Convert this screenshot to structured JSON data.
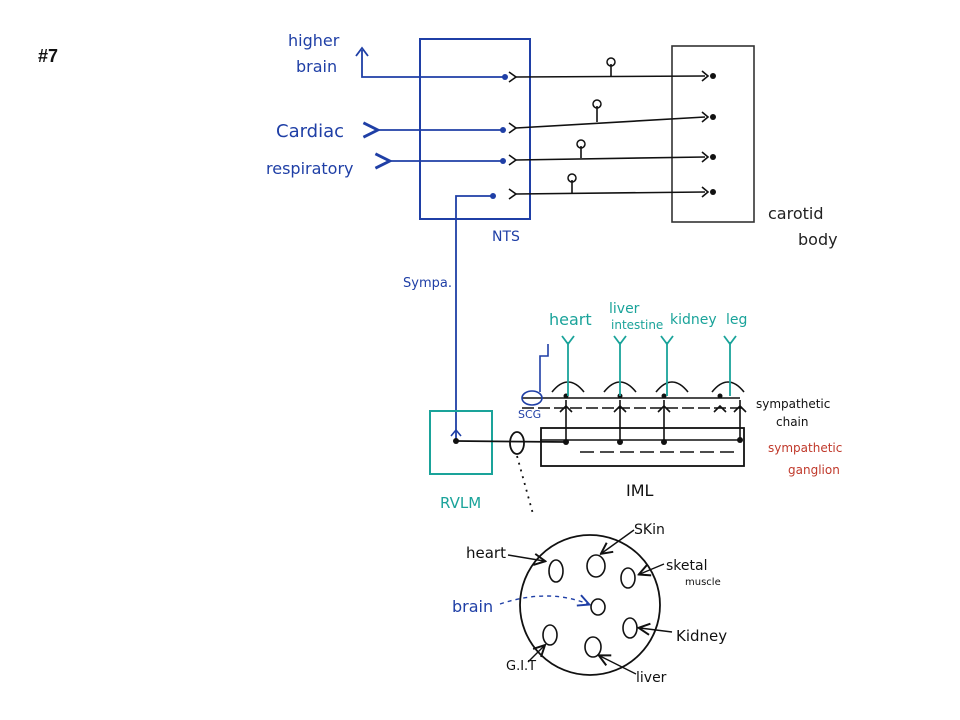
{
  "slide_number": "#7",
  "colors": {
    "blue": "#1f3fa6",
    "teal": "#1aa39a",
    "black": "#111111",
    "red": "#c0392b"
  },
  "labels": {
    "higher": "higher",
    "brain_top": "brain",
    "cardiac": "Cardiac",
    "respiratory": "respiratory",
    "nts": "NTS",
    "carotid": "carotid",
    "body": "body",
    "sympa": "Sympa.",
    "rvlm": "RVLM",
    "heart": "heart",
    "liver": "liver",
    "intestine": "intestine",
    "kidney": "kidney",
    "leg": "leg",
    "scg": "SCG",
    "sympathetic": "sympathetic",
    "chain": "chain",
    "sympathetic_red": "sympathetic",
    "ganglion": "ganglion",
    "iml": "IML"
  },
  "circle_labels": {
    "heart": "heart",
    "skin": "SKin",
    "sketal": "sketal",
    "muscle": "muscle",
    "brain": "brain",
    "kidney": "Kidney",
    "git": "G.I.T",
    "liver": "liver"
  }
}
